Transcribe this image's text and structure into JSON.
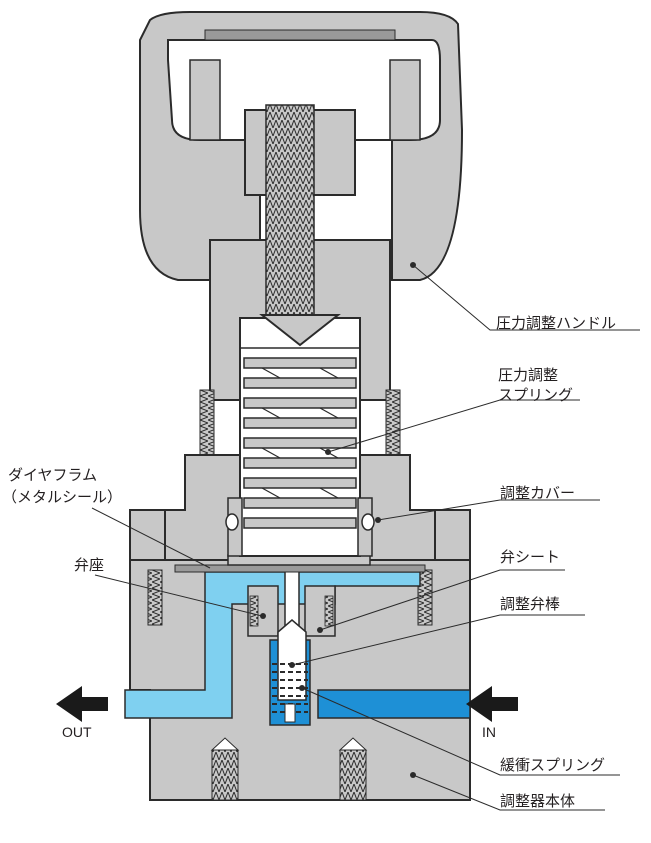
{
  "labels": {
    "handle": "圧力調整ハンドル",
    "spring_line1": "圧力調整",
    "spring_line2": "スプリング",
    "diaphragm_line1": "ダイヤフラム",
    "diaphragm_line2": "（メタルシール）",
    "cover": "調整カバー",
    "valve_seat": "弁座",
    "valve_sheet": "弁シート",
    "valve_stem": "調整弁棒",
    "buffer_spring": "緩衝スプリング",
    "body": "調整器本体"
  },
  "flow": {
    "out": "OUT",
    "in": "IN"
  },
  "colors": {
    "metal": "#c8c8c8",
    "metal_dark": "#9a9a9a",
    "outline": "#2b2b2b",
    "gas_low": "#7fd0f0",
    "gas_high": "#1e90d6",
    "arrow": "#1a1a1a"
  }
}
